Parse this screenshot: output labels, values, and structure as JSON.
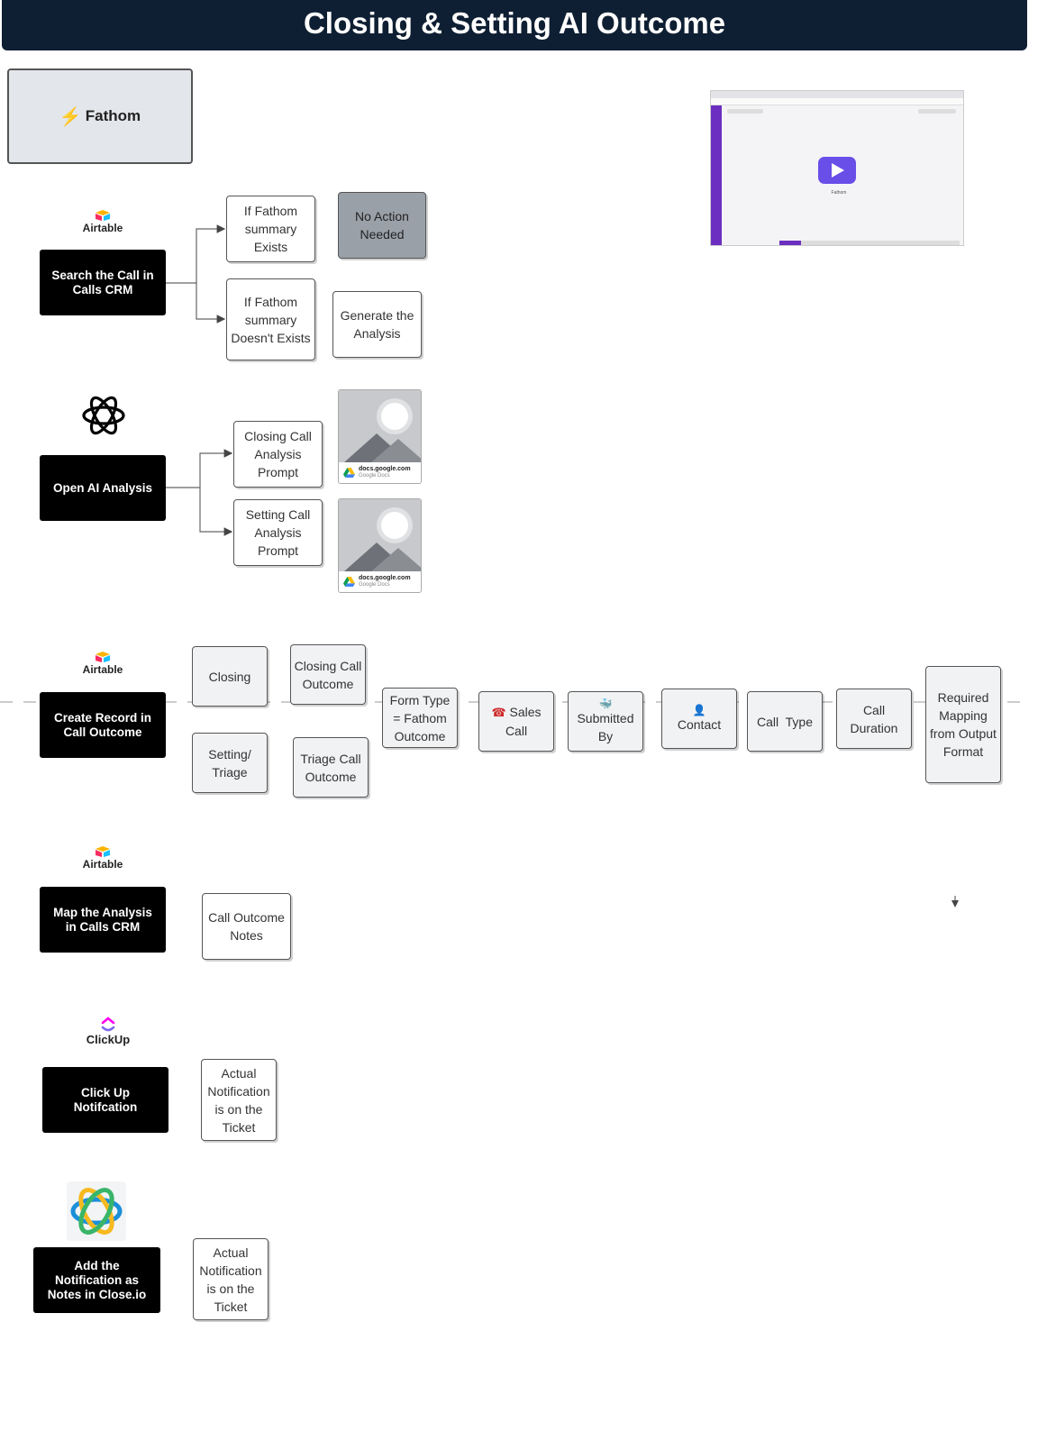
{
  "header": {
    "title": "Closing & Setting AI Outcome"
  },
  "trigger": {
    "label": "Fathom"
  },
  "brands": {
    "airtable": "Airtable",
    "clickup": "ClickUp"
  },
  "steps": [
    {
      "label": "Search the Call in Calls CRM"
    },
    {
      "label": "Open AI Analysis"
    },
    {
      "label": "Create Record in Call Outcome"
    },
    {
      "label": "Map the Analysis in Calls CRM"
    },
    {
      "label": "Click Up Notifcation"
    },
    {
      "label": "Add the Notification as Notes in Close.io"
    }
  ],
  "search_branch": {
    "exists": "If Fathom summary Exists",
    "not_exists": "If Fathom summary Doesn't Exists",
    "no_action": "No Action Needed",
    "generate": "Generate the Analysis"
  },
  "ai_branch": {
    "closing_prompt": "Closing Call Analysis Prompt",
    "setting_prompt": "Setting Call Analysis Prompt",
    "doc_domain": "docs.google.com",
    "doc_source": "Google Docs"
  },
  "record_fields": {
    "closing": "Closing",
    "closing_outcome": "Closing Call Outcome",
    "setting": "Setting/ Triage",
    "triage_outcome": "Triage Call Outcome",
    "form_type": "Form Type = Fathom Outcome",
    "sales_call": "Sales Call",
    "submitted_by": "Submitted By",
    "contact": "Contact",
    "call_type": "Call  Type",
    "call_duration": "Call Duration",
    "required_mapping": "Required Mapping from Output Format"
  },
  "map_fields": {
    "notes": "Call Outcome Notes"
  },
  "clickup_fields": {
    "note": "Actual Notification is on the Ticket"
  },
  "close_fields": {
    "note": "Actual Notification is on the Ticket"
  },
  "video": {
    "caption": "Fathom"
  }
}
